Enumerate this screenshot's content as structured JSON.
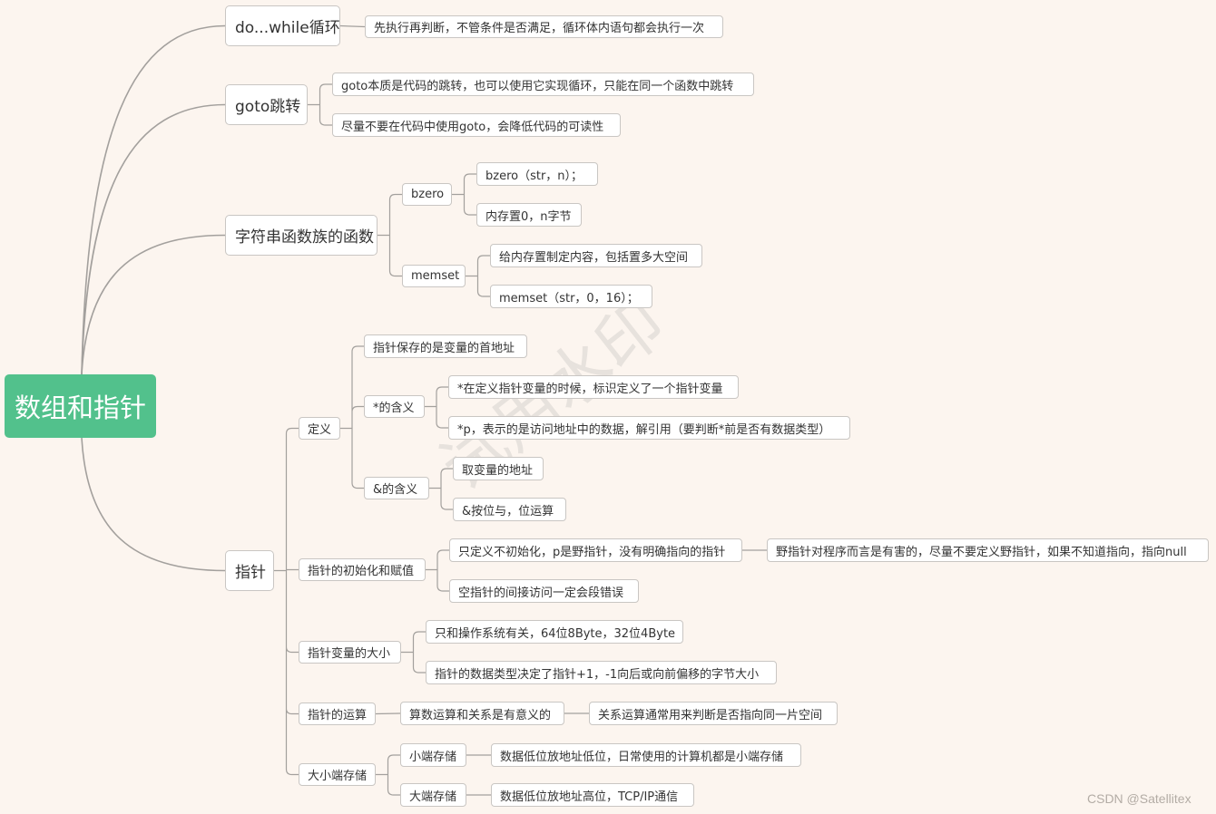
{
  "root": "数组和指针",
  "dowhile": {
    "label": "do...while循环",
    "desc": "先执行再判断，不管条件是否满足，循环体内语句都会执行一次"
  },
  "goto": {
    "label": "goto跳转",
    "items": [
      "goto本质是代码的跳转，也可以使用它实现循环，只能在同一个函数中跳转",
      "尽量不要在代码中使用goto，会降低代码的可读性"
    ]
  },
  "string_funcs": {
    "label": "字符串函数族的函数",
    "bzero": {
      "label": "bzero",
      "items": [
        "bzero（str，n）；",
        "内存置0，n字节"
      ]
    },
    "memset": {
      "label": "memset",
      "items": [
        "给内存置制定内容，包括置多大空间",
        "memset（str，0，16）；"
      ]
    }
  },
  "pointer": {
    "label": "指针",
    "definition": {
      "label": "定义",
      "address": "指针保存的是变量的首地址",
      "star": {
        "label": "*的含义",
        "items": [
          "*在定义指针变量的时候，标识定义了一个指针变量",
          "*p，表示的是访问地址中的数据，解引用（要判断*前是否有数据类型）"
        ]
      },
      "amp": {
        "label": "&的含义",
        "items": [
          "取变量的地址",
          "&按位与，位运算"
        ]
      }
    },
    "init": {
      "label": "指针的初始化和赋值",
      "wild": {
        "label": "只定义不初始化，p是野指针，没有明确指向的指针",
        "note": "野指针对程序而言是有害的，尽量不要定义野指针，如果不知道指向，指向null"
      },
      "null_ptr": "空指针的间接访问一定会段错误"
    },
    "size": {
      "label": "指针变量的大小",
      "items": [
        "只和操作系统有关，64位8Byte，32位4Byte",
        "指针的数据类型决定了指针+1，-1向后或向前偏移的字节大小"
      ]
    },
    "ops": {
      "label": "指针的运算",
      "arith": "算数运算和关系是有意义的",
      "relation": "关系运算通常用来判断是否指向同一片空间"
    },
    "endian": {
      "label": "大小端存储",
      "little": {
        "label": "小端存储",
        "desc": "数据低位放地址低位，日常使用的计算机都是小端存储"
      },
      "big": {
        "label": "大端存储",
        "desc": "数据低位放地址高位，TCP/IP通信"
      }
    }
  },
  "watermark": "试用水印",
  "credit": "CSDN @Satellitex",
  "colors": {
    "background": "#fcf5ef",
    "root_fill": "#52c18c",
    "node_border": "#c9c6c3",
    "connector": "#a3a09d"
  }
}
